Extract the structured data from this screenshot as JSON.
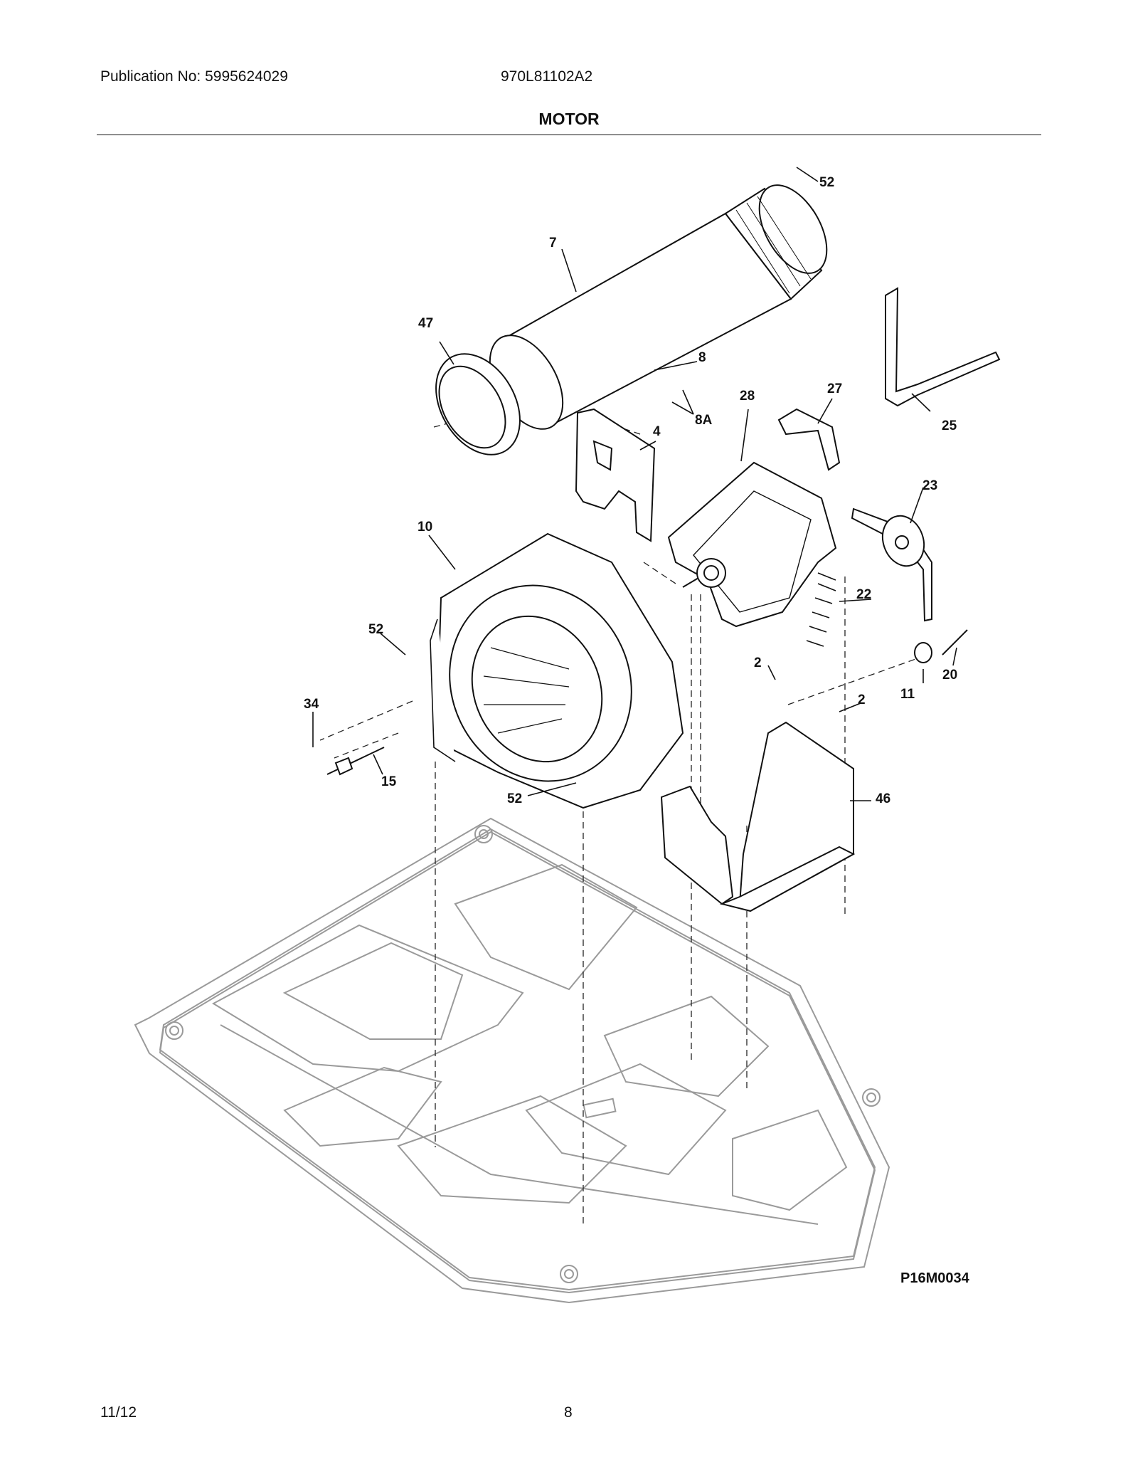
{
  "header": {
    "publication": "Publication No: 5995624029",
    "model": "970L81102A2",
    "title": "MOTOR"
  },
  "diagram": {
    "code": "P16M0034",
    "callouts": {
      "c52a": "52",
      "c7": "7",
      "c47": "47",
      "c8": "8",
      "c8a": "8A",
      "c28": "28",
      "c27": "27",
      "c25": "25",
      "c4": "4",
      "c23": "23",
      "c10": "10",
      "c22": "22",
      "c52b": "52",
      "c20": "20",
      "c11": "11",
      "c2a": "2",
      "c2b": "2",
      "c34": "34",
      "c15": "15",
      "c52c": "52",
      "c46": "46"
    }
  },
  "footer": {
    "date": "11/12",
    "page": "8"
  }
}
